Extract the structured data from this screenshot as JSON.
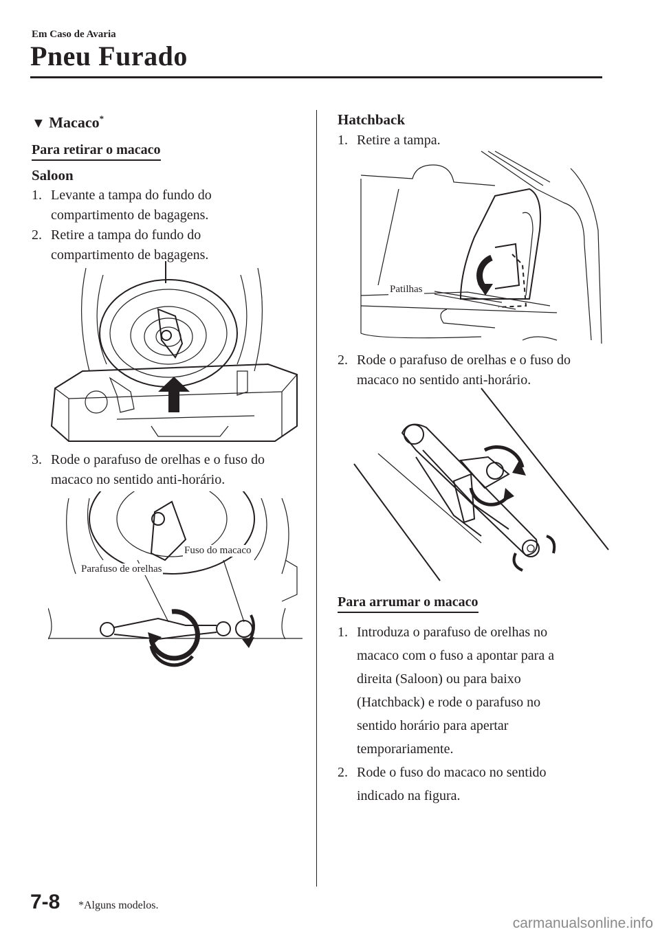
{
  "header": {
    "chapter": "Em Caso de Avaria",
    "title": "Pneu Furado"
  },
  "left": {
    "section_marker": "▼",
    "section_title": "Macaco",
    "section_asterisk": "*",
    "subheading": "Para retirar o macaco",
    "model_saloon": "Saloon",
    "steps": [
      {
        "num": "1.",
        "line1": "Levante a tampa do fundo do",
        "line2": "compartimento de bagagens."
      },
      {
        "num": "2.",
        "line1": "Retire a tampa do fundo do",
        "line2": "compartimento de bagagens."
      },
      {
        "num": "3.",
        "line1": "Rode o parafuso de orelhas e o fuso do",
        "line2": "macaco no sentido anti-horário."
      }
    ],
    "callouts": {
      "wing_bolt": "Parafuso de orelhas",
      "jack_screw": "Fuso do macaco"
    }
  },
  "right": {
    "model_hatchback": "Hatchback",
    "step1": {
      "num": "1.",
      "text": "Retire a tampa."
    },
    "callout_tabs": "Patilhas",
    "step2": {
      "num": "2.",
      "line1": "Rode o parafuso de orelhas e o fuso do",
      "line2": "macaco no sentido anti-horário."
    },
    "subheading": "Para arrumar o macaco",
    "store_steps": [
      {
        "num": "1.",
        "lines": [
          "Introduza o parafuso de orelhas no",
          "macaco com o fuso a apontar para a",
          "direita (Saloon) ou para baixo",
          "(Hatchback) e rode o parafuso no",
          "sentido horário para apertar",
          "temporariamente."
        ]
      },
      {
        "num": "2.",
        "lines": [
          "Rode o fuso do macaco no sentido",
          "indicado na figura."
        ]
      }
    ]
  },
  "footer": {
    "page_number": "7-8",
    "footnote": "*Alguns modelos.",
    "watermark": "carmanualsonline.info"
  }
}
